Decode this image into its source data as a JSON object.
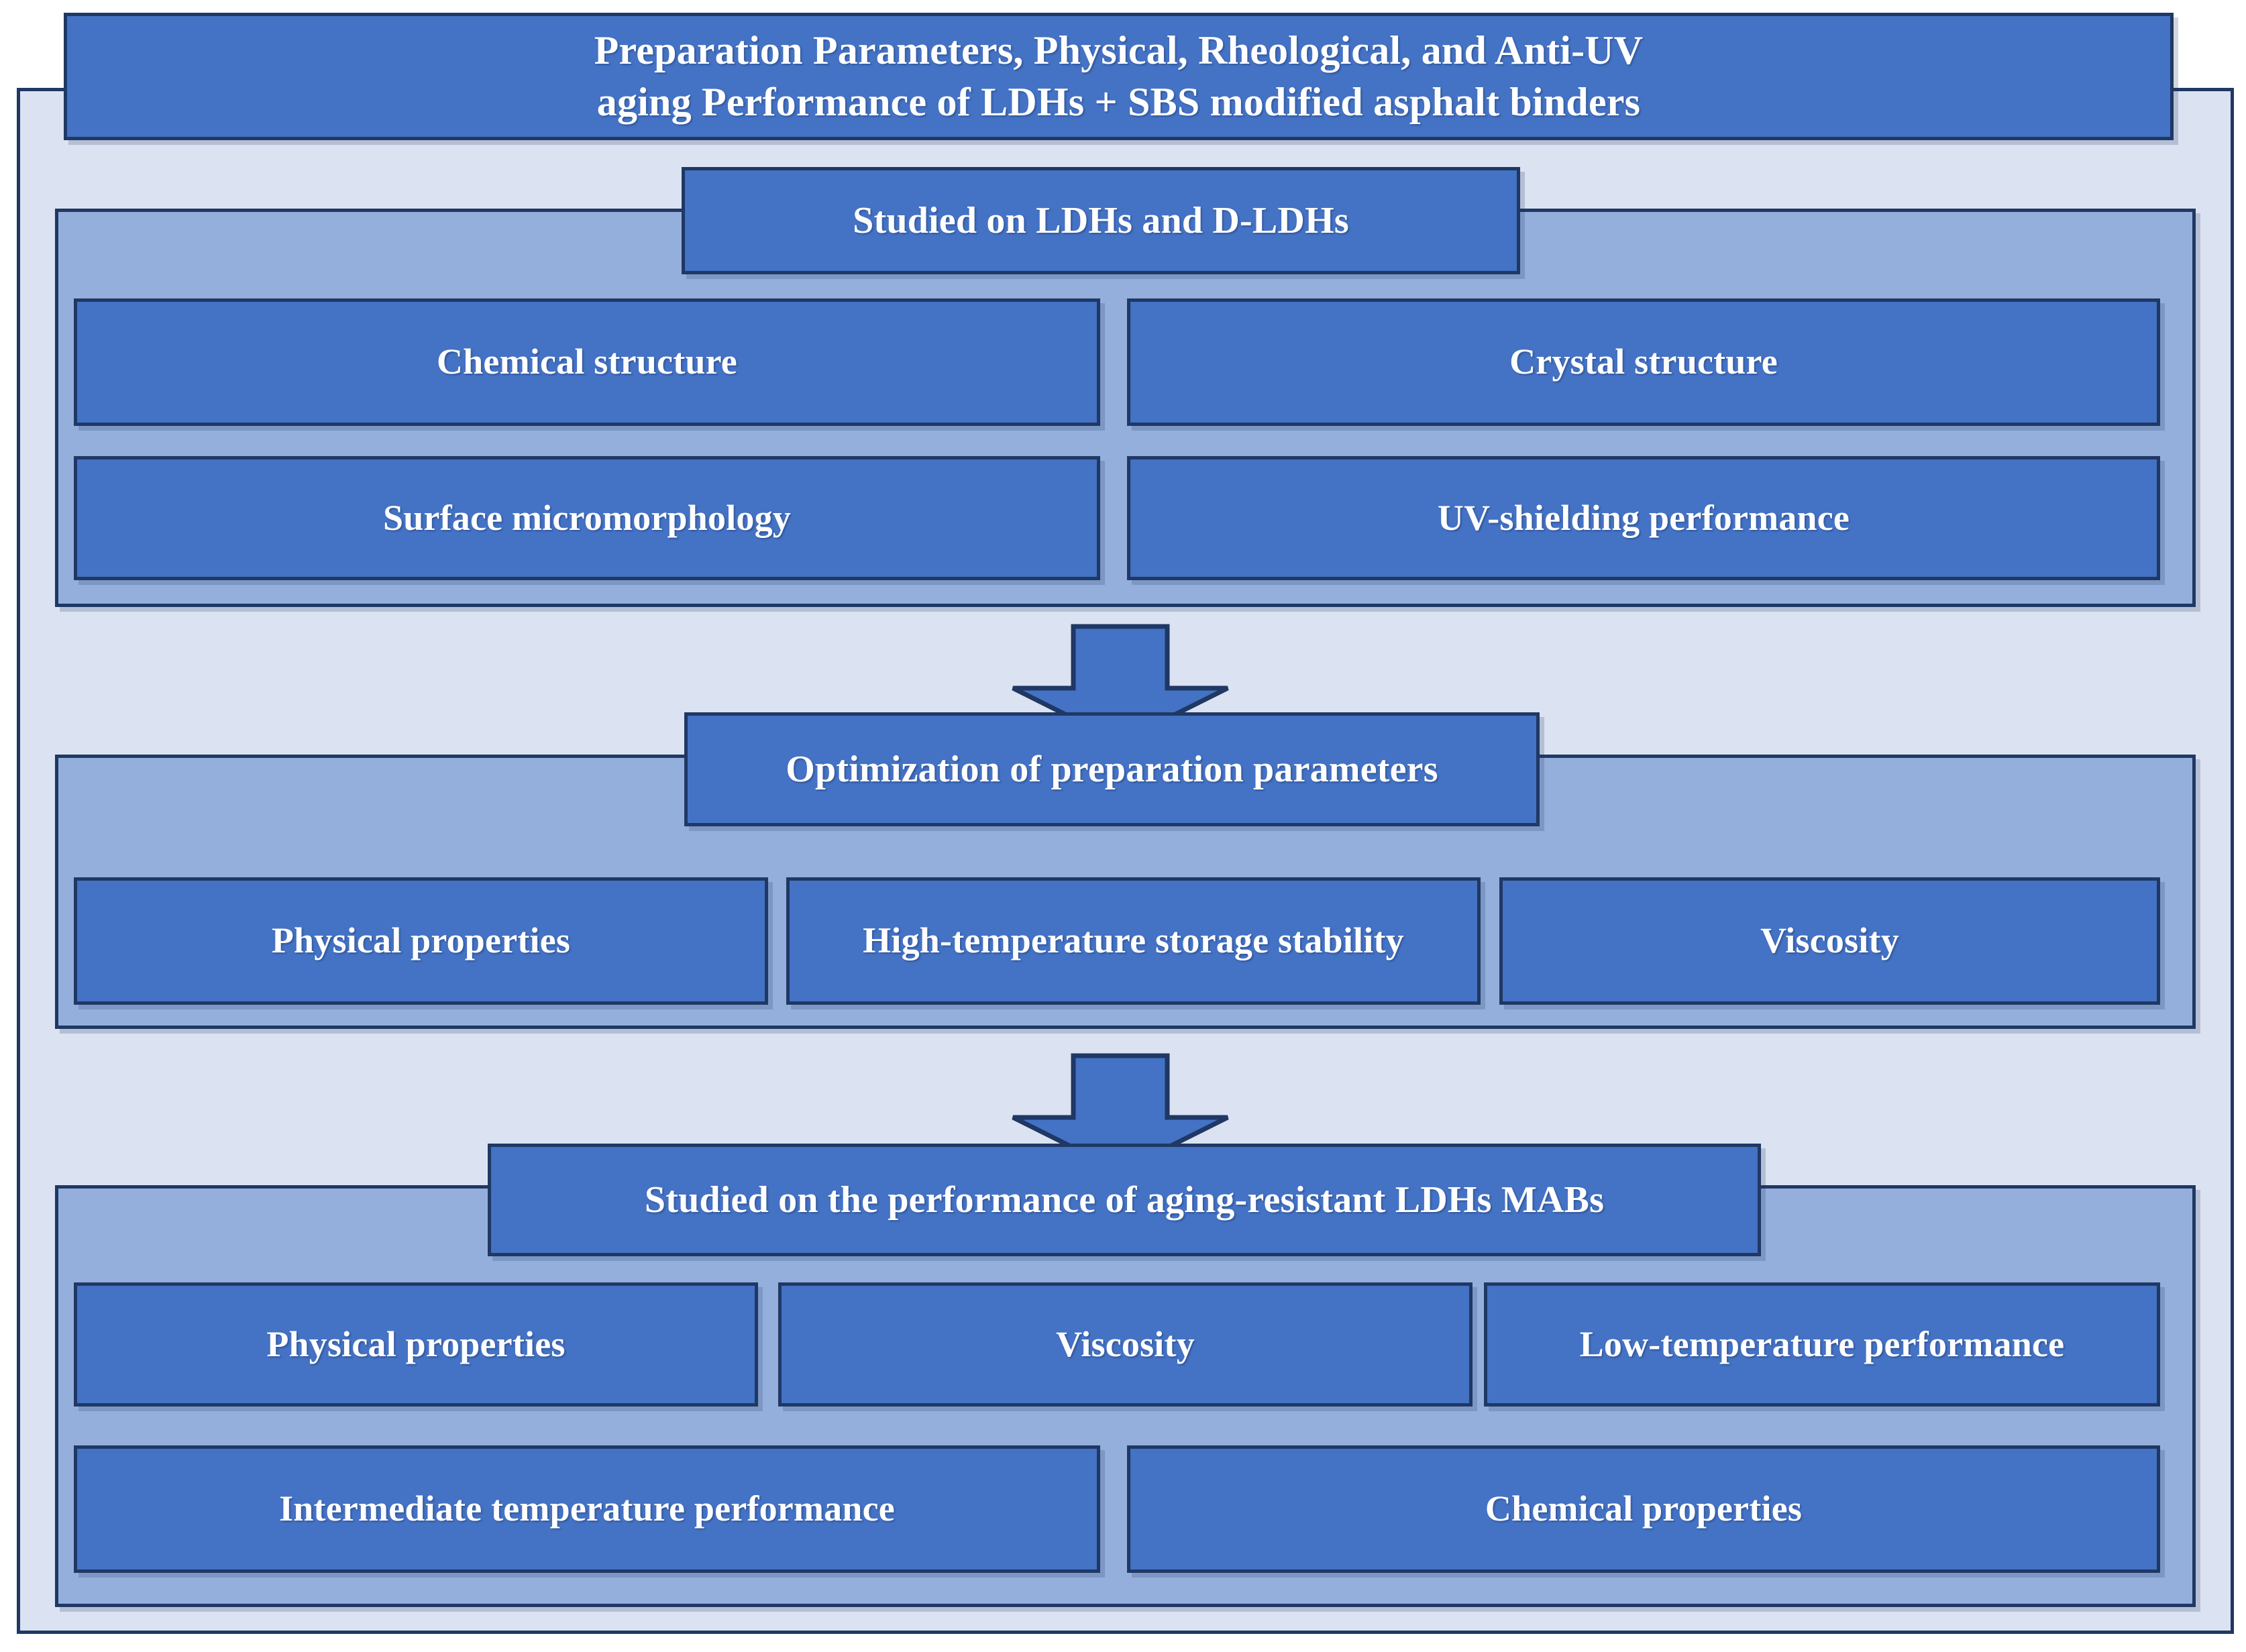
{
  "diagram": {
    "title": "Preparation Parameters, Physical, Rheological, and Anti-UV aging Performance of LDHs + SBS modified asphalt binders",
    "title_line1": "Preparation Parameters, Physical, Rheological, and Anti-UV",
    "title_line2": "aging Performance of LDHs + SBS modified asphalt binders",
    "colors": {
      "outer_frame": "#dbe2f1",
      "group_panel": "#95afdd",
      "node_fill": "#4472c4",
      "node_text": "#ffffff",
      "border": "#1f3864"
    },
    "sections": [
      {
        "id": "studied-on-ldhs",
        "header": "Studied on LDHs and D-LDHs",
        "rows": [
          [
            "Chemical structure",
            "Crystal structure"
          ],
          [
            "Surface micromorphology",
            "UV-shielding performance"
          ]
        ]
      },
      {
        "id": "optimization-of-preparation-parameters",
        "header": "Optimization of preparation parameters",
        "rows": [
          [
            "Physical properties",
            "High-temperature storage stability",
            "Viscosity"
          ]
        ]
      },
      {
        "id": "aging-resistant-ldhs-mabs",
        "header": "Studied on the performance of aging-resistant LDHs MABs",
        "rows": [
          [
            "Physical properties",
            "Viscosity",
            "Low-temperature performance"
          ],
          [
            "Intermediate temperature performance",
            "Chemical properties"
          ]
        ]
      }
    ],
    "connectors": [
      {
        "id": "arrow-section1-to-section2",
        "icon": "down-arrow-icon"
      },
      {
        "id": "arrow-section2-to-section3",
        "icon": "down-arrow-icon"
      }
    ]
  }
}
